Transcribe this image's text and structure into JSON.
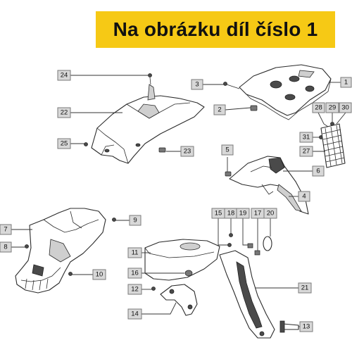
{
  "banner": {
    "title": "Na obrázku díl číslo 1"
  },
  "callouts": [
    {
      "id": "1",
      "label": "1"
    },
    {
      "id": "2",
      "label": "2"
    },
    {
      "id": "3",
      "label": "3"
    },
    {
      "id": "4",
      "label": "4"
    },
    {
      "id": "5",
      "label": "5"
    },
    {
      "id": "6",
      "label": "6"
    },
    {
      "id": "7",
      "label": "7"
    },
    {
      "id": "8",
      "label": "8"
    },
    {
      "id": "9",
      "label": "9"
    },
    {
      "id": "10",
      "label": "10"
    },
    {
      "id": "11",
      "label": "11"
    },
    {
      "id": "12",
      "label": "12"
    },
    {
      "id": "13",
      "label": "13"
    },
    {
      "id": "14",
      "label": "14"
    },
    {
      "id": "15",
      "label": "15"
    },
    {
      "id": "16",
      "label": "16"
    },
    {
      "id": "17",
      "label": "17"
    },
    {
      "id": "18",
      "label": "18"
    },
    {
      "id": "19",
      "label": "19"
    },
    {
      "id": "20",
      "label": "20"
    },
    {
      "id": "21",
      "label": "21"
    },
    {
      "id": "22",
      "label": "22"
    },
    {
      "id": "23",
      "label": "23"
    },
    {
      "id": "24",
      "label": "24"
    },
    {
      "id": "25",
      "label": "25"
    },
    {
      "id": "27",
      "label": "27"
    },
    {
      "id": "28",
      "label": "28"
    },
    {
      "id": "29",
      "label": "29"
    },
    {
      "id": "30",
      "label": "30"
    },
    {
      "id": "31",
      "label": "31"
    }
  ],
  "colors": {
    "banner": "#f6c915",
    "callout_fill": "#d8d8d8",
    "line": "#2b2b2b"
  }
}
